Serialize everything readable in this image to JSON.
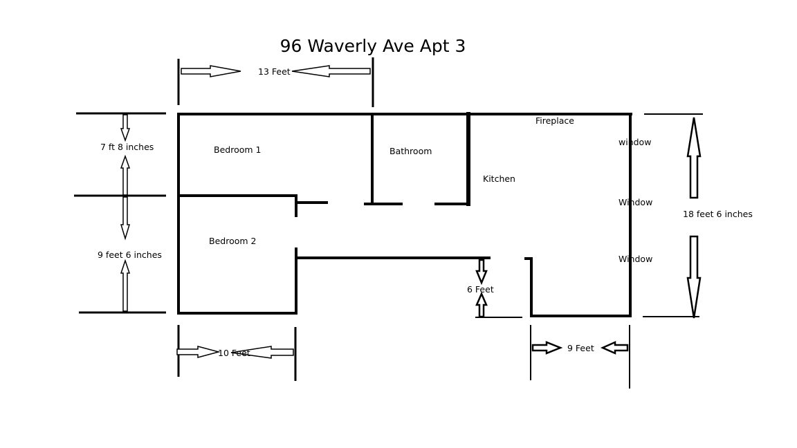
{
  "title": "96 Waverly Ave Apt 3",
  "rooms": {
    "bedroom1": "Bedroom 1",
    "bedroom2": "Bedroom 2",
    "bathroom": "Bathroom",
    "kitchen": "Kitchen",
    "fireplace": "Fireplace"
  },
  "windows": {
    "window1": "window",
    "window2": "Window",
    "window3": "Window"
  },
  "dimensions": {
    "top_width": "13 Feet",
    "bedroom1_height": "7 ft 8 inches",
    "bedroom2_height": "9 feet 6 inches",
    "bottom_left_width": "10 Feet",
    "hall_gap": "6 Feet",
    "bottom_right_width": "9 Feet",
    "right_height": "18 feet 6 inches"
  }
}
